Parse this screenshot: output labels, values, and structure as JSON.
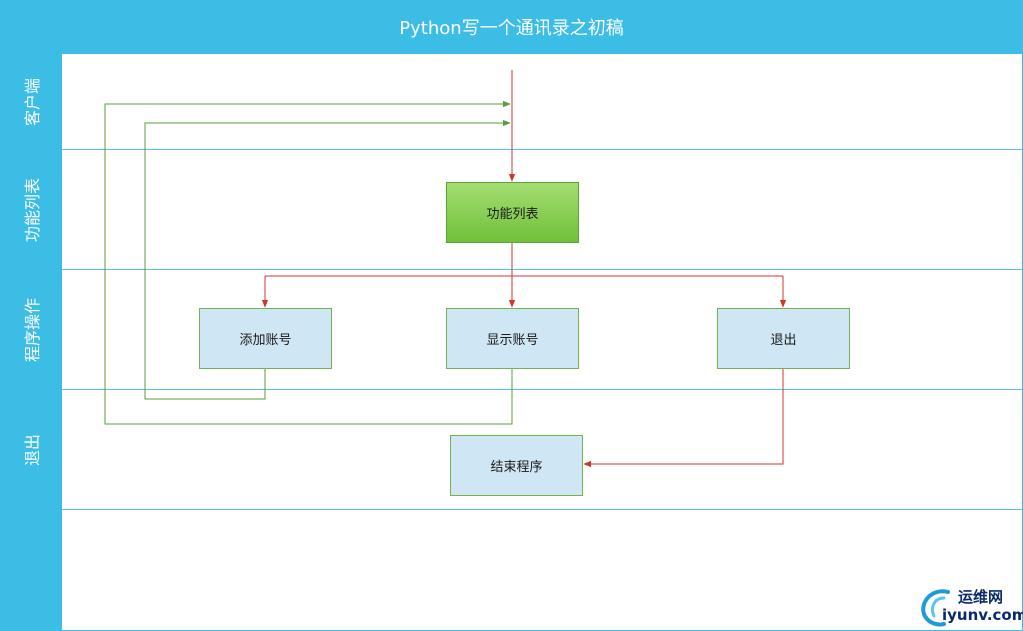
{
  "title": "Python写一个通讯录之初稿",
  "lanes": [
    {
      "label": "客户端"
    },
    {
      "label": "功能列表"
    },
    {
      "label": "程序操作"
    },
    {
      "label": "退出"
    }
  ],
  "nodes": {
    "function_list": "功能列表",
    "add_account": "添加账号",
    "show_account": "显示账号",
    "exit": "退出",
    "end_program": "结束程序"
  },
  "colors": {
    "header": "#3bbde6",
    "lane_divider": "#58c4d8",
    "green_node": "#7cc84a",
    "blue_node": "#cfe6f4",
    "arrow_red": "#d0342c",
    "arrow_green": "#5a9e36"
  },
  "logo": {
    "name": "运维网",
    "domain": "iyunv.com"
  }
}
